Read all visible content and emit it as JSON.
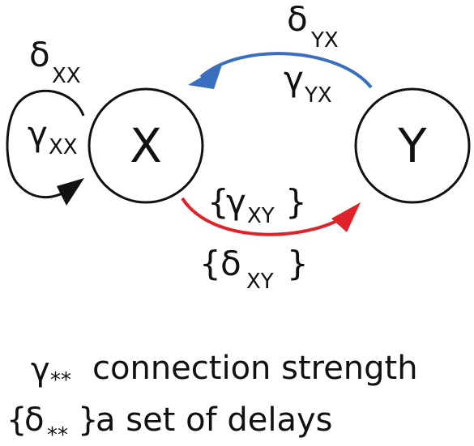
{
  "nodes": {
    "x": {
      "label": "X"
    },
    "y": {
      "label": "Y"
    }
  },
  "labels": {
    "self_delay": {
      "sym": "δ",
      "sub": "XX"
    },
    "self_strength": {
      "sym": "γ",
      "sub": "XX"
    },
    "yx_delay": {
      "sym": "δ",
      "sub": "YX"
    },
    "yx_strength": {
      "sym": "γ",
      "sub": "YX"
    },
    "xy_strength": {
      "open": "{",
      "sym": "γ",
      "sub": "XY",
      "close": "}"
    },
    "xy_delay": {
      "open": "{",
      "sym": "δ",
      "sub": "XY",
      "close": "}"
    }
  },
  "legend": {
    "strength_sym": "γ",
    "strength_sub": "**",
    "strength_text": "connection strength",
    "delay_open": "{",
    "delay_sym": "δ",
    "delay_sub": "**",
    "delay_close": "}",
    "delay_text": "a set of delays"
  },
  "colors": {
    "blue_arrow": "#3a6fc0",
    "red_arrow": "#e0232a",
    "black": "#111111"
  }
}
